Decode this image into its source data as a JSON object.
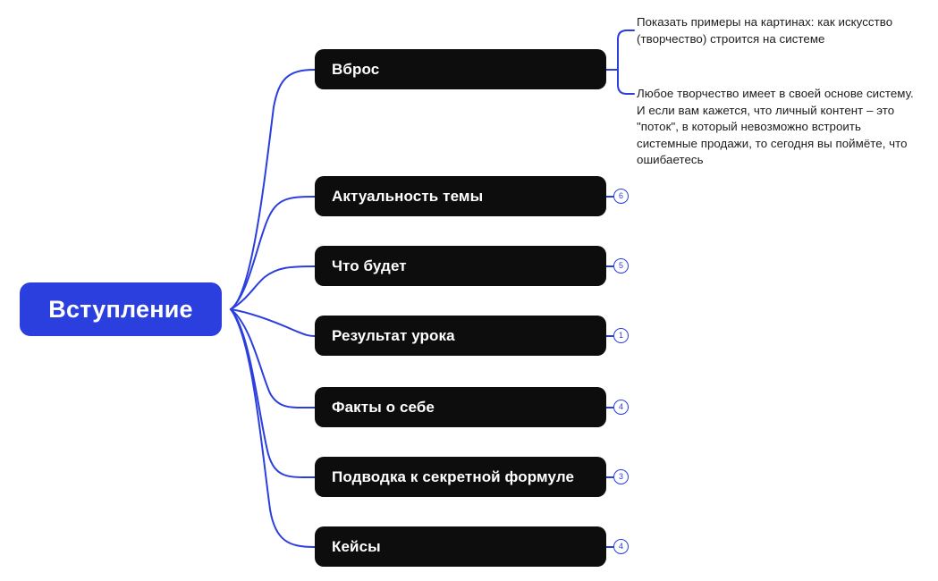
{
  "diagram": {
    "title": "Вступление",
    "type": "mind-map",
    "colors": {
      "accent": "#2B3EDE",
      "node_bg": "#0D0D0D",
      "node_text": "#FFFFFF",
      "leaf_text": "#1C1C1C",
      "background": "#FFFFFF"
    },
    "root": {
      "label": "Вступление"
    },
    "branches": [
      {
        "label": "Вброс",
        "badge": "",
        "leaves": [
          {
            "text": "Показать примеры на картинах: как искусство (творчество) строится на системе"
          },
          {
            "text": "Любое творчество имеет в своей основе систему. И если вам кажется, что личный контент – это \"поток\", в который невозможно встроить системные продажи, то сегодня вы поймёте, что ошибаетесь"
          }
        ]
      },
      {
        "label": "Актуальность темы",
        "badge": "6",
        "leaves": []
      },
      {
        "label": "Что будет",
        "badge": "5",
        "leaves": []
      },
      {
        "label": "Результат урока",
        "badge": "1",
        "leaves": []
      },
      {
        "label": "Факты о себе",
        "badge": "4",
        "leaves": []
      },
      {
        "label": "Подводка к секретной формуле",
        "badge": "3",
        "leaves": []
      },
      {
        "label": "Кейсы",
        "badge": "4",
        "leaves": []
      }
    ]
  }
}
